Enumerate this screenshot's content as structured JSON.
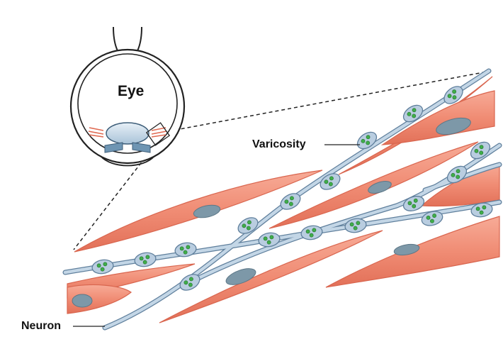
{
  "labels": {
    "eye": "Eye",
    "varicosity": "Varicosity",
    "neuron": "Neuron"
  },
  "colors": {
    "muscle_fill": "#f08c74",
    "muscle_edge": "#d9664f",
    "muscle_highlight": "#f7b3a2",
    "nucleus": "#7d98a8",
    "axon_fill": "#b9cde0",
    "axon_edge": "#5f7f9c",
    "vesicle": "#3fae4a",
    "line": "#222222"
  }
}
